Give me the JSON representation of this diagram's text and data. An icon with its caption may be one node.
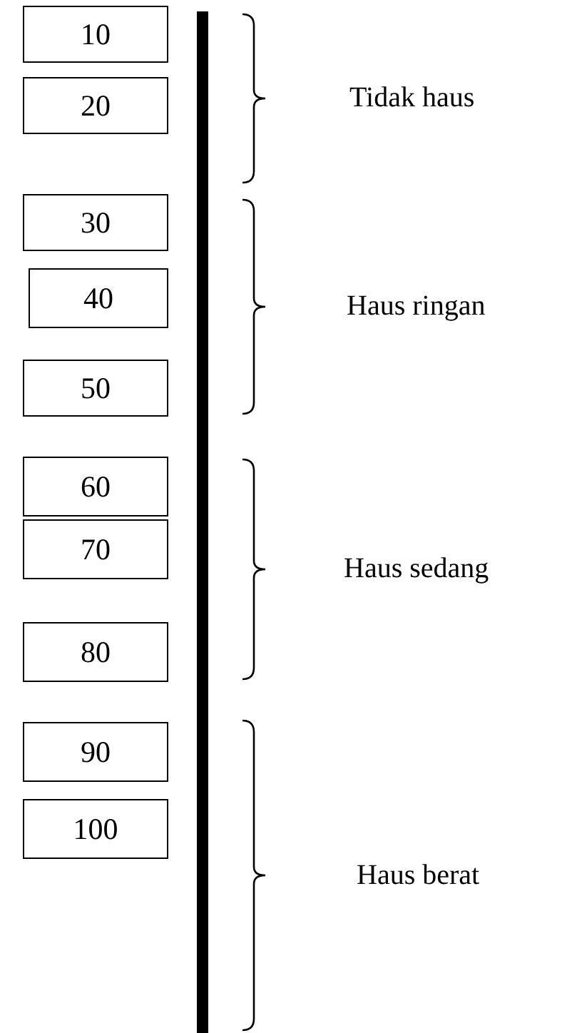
{
  "diagram": {
    "nodes": [
      {
        "text": [
          "10"
        ]
      },
      {
        "text": [
          "20"
        ]
      },
      {
        "text": [
          "30"
        ]
      },
      {
        "text": [
          "40"
        ]
      },
      {
        "text": [
          "50"
        ]
      },
      {
        "text": [
          "60"
        ]
      },
      {
        "text": [
          "70"
        ]
      },
      {
        "text": [
          "80"
        ]
      },
      {
        "text": [
          "90"
        ]
      },
      {
        "text": [
          "100"
        ]
      }
    ],
    "edges": [],
    "labels": [
      "Tidak haus",
      "Haus ringan",
      "Haus sedang",
      "Haus berat"
    ]
  }
}
